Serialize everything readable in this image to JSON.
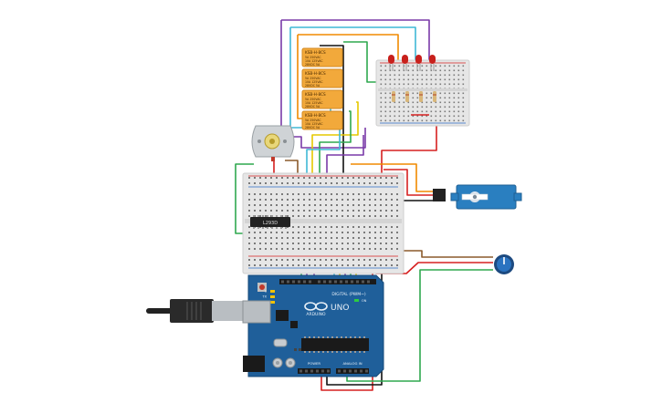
{
  "relays": [
    {
      "model": "KSB-H-8CS",
      "line1": "5A 250VAC",
      "line2": "10A 125VAC",
      "line3": "28VDC 5A"
    },
    {
      "model": "KSB-H-8CS",
      "line1": "5A 250VAC",
      "line2": "10A 125VAC",
      "line3": "28VDC 5A"
    },
    {
      "model": "KSB-H-8CS",
      "line1": "5A 250VAC",
      "line2": "10A 125VAC",
      "line3": "28VDC 5A"
    },
    {
      "model": "KSB-H-8CS",
      "line1": "5A 250VAC",
      "line2": "10A 125VAC",
      "line3": "28VDC 5A"
    }
  ],
  "ic_label": "L293D",
  "arduino": {
    "brand": "ARDUINO",
    "model": "UNO",
    "digital_label": "DIGITAL (PWM~)",
    "power_label": "POWER",
    "analog_label": "ANALOG IN",
    "on_label": "ON",
    "tx_label": "TX",
    "rx_label": "RX",
    "l_label": "L"
  },
  "colors": {
    "board_blue": "#1f5f9a",
    "breadboard": "#e6e6e6",
    "relay": "#f2a93b",
    "wire_red": "#d62020",
    "wire_black": "#111111",
    "wire_green": "#2fa84f",
    "wire_purple": "#7a3aa8",
    "wire_yellow": "#e6c800",
    "wire_orange": "#f08a00",
    "wire_cyan": "#3fb8d6",
    "wire_brown": "#8b5a2b",
    "led_red": "#c8201c"
  }
}
